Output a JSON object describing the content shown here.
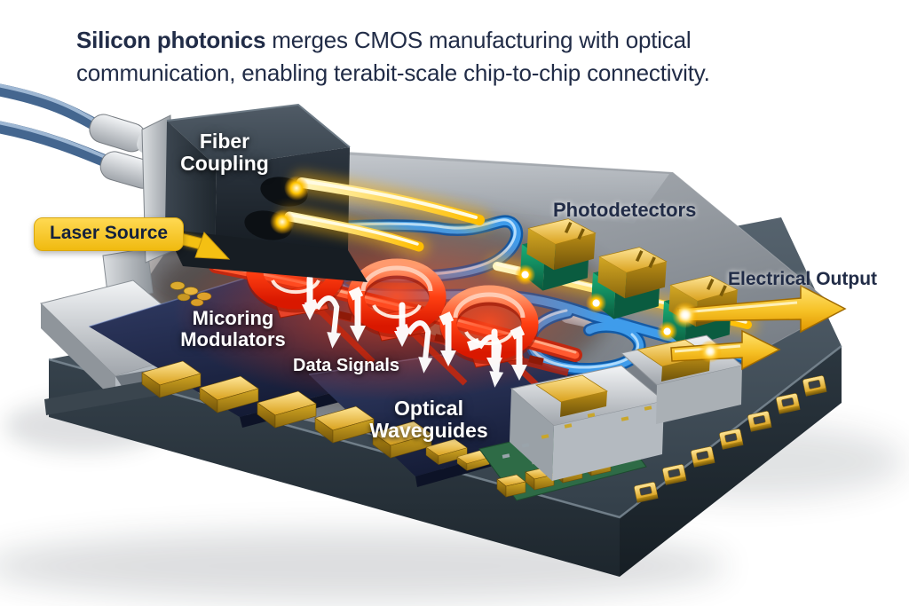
{
  "headline": {
    "lead": "Silicon photonics",
    "line1_rest": " merges CMOS manufacturing with optical",
    "line2": "communication, enabling terabit-scale chip-to-chip connectivity."
  },
  "labels": {
    "fiber_coupling": "Fiber\nCoupling",
    "laser_source": "Laser Source",
    "microring_modulators": "Micoring\nModulators",
    "data_signals": "Data Signals",
    "optical_waveguides": "Optical\nWaveguides",
    "photodetectors": "Photodetectors",
    "electrical_output": "Electrical Output"
  },
  "colors": {
    "headline_navy": "#212c47",
    "label_white": "#ffffff",
    "badge_yellow_light": "#ffd952",
    "badge_yellow_dark": "#f0ba10",
    "laser_yellow": "#ffc31e",
    "modulator_red": "#ff2e08",
    "waveguide_blue": "#2f8fe8",
    "photodetector_gold": "#e3b229",
    "photodetector_green": "#12855c",
    "board_slate": "#2e3a43",
    "chip_gray": "#8d949b",
    "die_navy": "#232c49",
    "background": "#ffffff"
  }
}
